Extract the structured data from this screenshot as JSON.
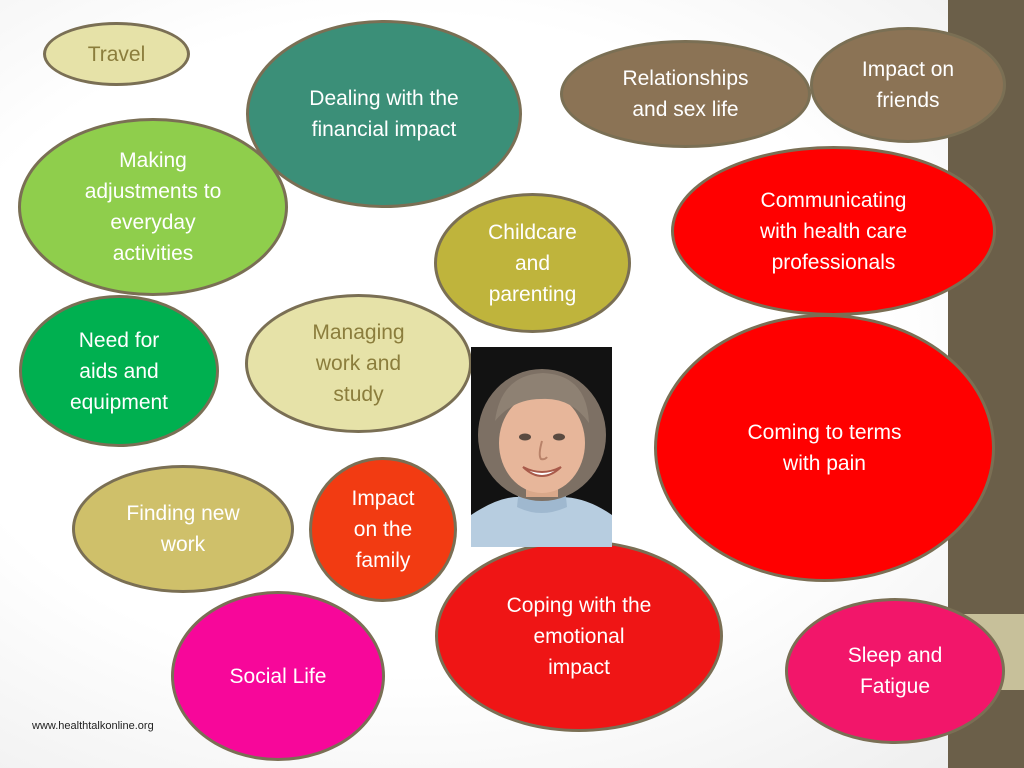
{
  "bubbles": [
    {
      "id": "travel",
      "label": "Travel"
    },
    {
      "id": "dealing-financial",
      "label": "Dealing with the\nfinancial impact"
    },
    {
      "id": "relationships",
      "label": "Relationships\nand sex life"
    },
    {
      "id": "impact-friends",
      "label": "Impact on\nfriends"
    },
    {
      "id": "making-adjustments",
      "label": "Making\nadjustments to\neveryday\nactivities"
    },
    {
      "id": "childcare",
      "label": "Childcare\nand\nparenting"
    },
    {
      "id": "communicating",
      "label": "Communicating\nwith health care\nprofessionals"
    },
    {
      "id": "need-aids",
      "label": "Need for\naids and\nequipment"
    },
    {
      "id": "managing-work",
      "label": "Managing\nwork and\nstudy"
    },
    {
      "id": "coming-to-terms",
      "label": "Coming to terms\nwith pain"
    },
    {
      "id": "finding-work",
      "label": "Finding new\nwork"
    },
    {
      "id": "impact-family",
      "label": "Impact\non the\nfamily"
    },
    {
      "id": "coping-emotional",
      "label": "Coping with the\nemotional\nimpact"
    },
    {
      "id": "social-life",
      "label": "Social Life"
    },
    {
      "id": "sleep-fatigue",
      "label": "Sleep and\nFatigue"
    }
  ],
  "footer": {
    "url": "www.healthtalkonline.org"
  },
  "colors": {
    "pale_yellow": "#e6e2a8",
    "teal": "#3b8f78",
    "taupe": "#8b7355",
    "light_green": "#8fce4c",
    "olive": "#bfb43c",
    "red": "#ff0000",
    "green": "#00b050",
    "khaki": "#cfc06a",
    "orange_red": "#f23b12",
    "crimson": "#ef1515",
    "magenta": "#f7079a",
    "pink": "#f2166a",
    "sidebar": "#6b5f49"
  }
}
